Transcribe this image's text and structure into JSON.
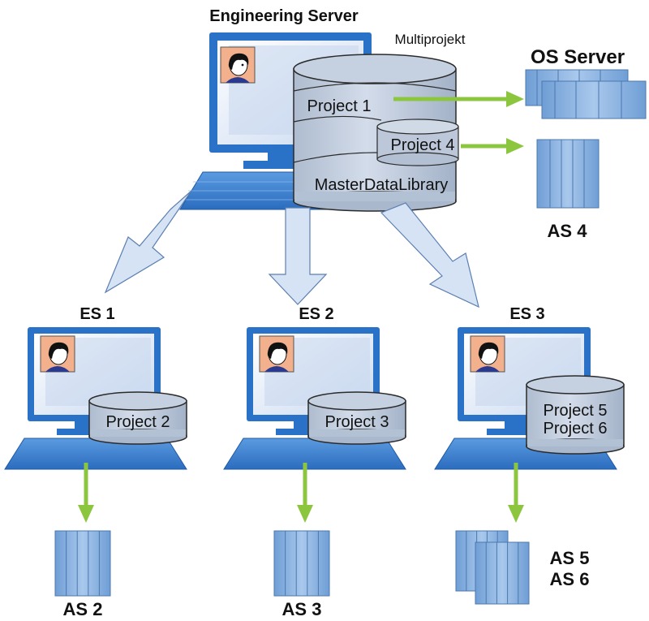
{
  "title": "Engineering Server",
  "multiproject_label": "Multiprojekt",
  "server_db": {
    "project_a": "Project 1",
    "project_b": "Project 4",
    "library": "MasterDataLibrary"
  },
  "targets": {
    "os_server": "OS Server",
    "as4": "AS 4"
  },
  "stations": [
    {
      "name": "ES 1",
      "projects": [
        "Project 2"
      ],
      "as_labels": [
        "AS 2"
      ]
    },
    {
      "name": "ES 2",
      "projects": [
        "Project 3"
      ],
      "as_labels": [
        "AS 3"
      ]
    },
    {
      "name": "ES 3",
      "projects": [
        "Project 5",
        "Project 6"
      ],
      "as_labels": [
        "AS 5",
        "AS 6"
      ]
    }
  ],
  "icons": {
    "person": "user-avatar-icon",
    "computer": "workstation-icon",
    "database": "database-cylinder-icon",
    "automation_system": "plc-rack-icon",
    "server": "server-rack-icon"
  },
  "colors": {
    "monitor_frame": "#2a72c8",
    "monitor_screen": "#dbe6f6",
    "cylinder": "#bfcbdb",
    "cylinder_stroke": "#2b2b2b",
    "green_arrow": "#8cc63f",
    "distribution_arrow": "#d6e3f5",
    "rack": "#7fa8d8"
  }
}
